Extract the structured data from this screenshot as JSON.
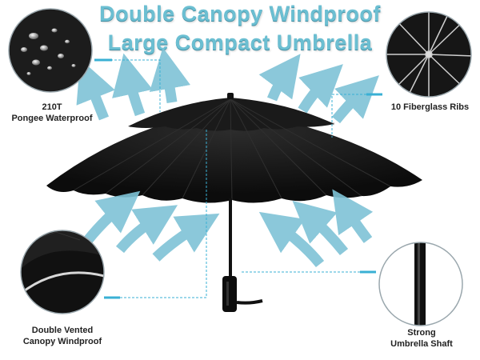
{
  "title": {
    "line1": "Double Canopy Windproof",
    "line2": "Large Compact Umbrella"
  },
  "features": {
    "top_left": {
      "line1": "210T",
      "line2": "Pongee Waterproof"
    },
    "top_right": {
      "line1": "10 Fiberglass Ribs"
    },
    "bottom_left": {
      "line1": "Double Vented",
      "line2": "Canopy Windproof"
    },
    "bottom_right": {
      "line1": "Strong",
      "line2": "Umbrella Shaft"
    }
  },
  "colors": {
    "title": "#6cbfd2",
    "arrow": "#7fc3d6",
    "leader": "#3ab0d4",
    "canopy": "#151515",
    "circle_border": "#9aa7ad"
  }
}
